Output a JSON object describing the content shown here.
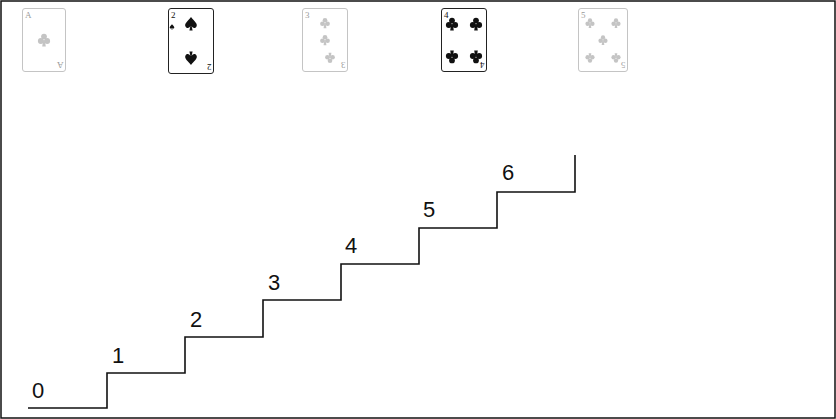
{
  "diagram": {
    "nodes": [
      {
        "text": [
          "A",
          "A"
        ]
      },
      {
        "text": [
          "2",
          "2"
        ]
      },
      {
        "text": [
          "3",
          "3"
        ]
      },
      {
        "text": [
          "4",
          "4"
        ]
      },
      {
        "text": [
          "5",
          "5"
        ]
      }
    ],
    "labels": [
      "0",
      "1",
      "2",
      "3",
      "4",
      "5",
      "6"
    ]
  }
}
